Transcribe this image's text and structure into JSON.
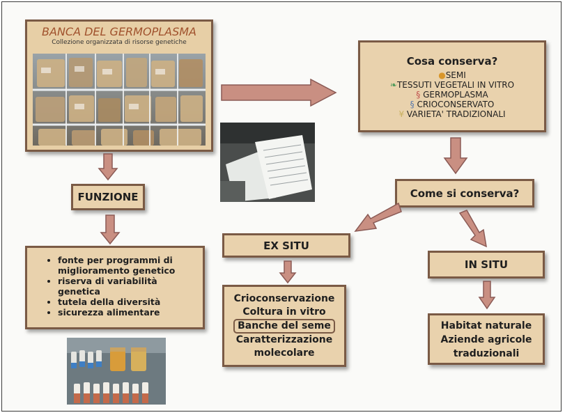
{
  "bank": {
    "title": "BANCA DEL GERMOPLASMA",
    "subtitle": "Collezione organizzata di risorse genetiche"
  },
  "conserva": {
    "title": "Cosa conserva?",
    "items": [
      {
        "label": "SEMI",
        "icon": "seed-icon"
      },
      {
        "label": "TESSUTI VEGETALI IN VITRO",
        "icon": "leaf-icon"
      },
      {
        "label": "GERMOPLASMA",
        "icon": "dna-icon"
      },
      {
        "label": "CRIOCONSERVATO",
        "icon": ""
      },
      {
        "label": "VARIETA' TRADIZIONALI",
        "icon": "wheat-icon"
      }
    ]
  },
  "funzione": {
    "title": "FUNZIONE",
    "items": [
      "fonte per programmi di miglioramento genetico",
      "riserva di variabilità genetica",
      "tutela della diversità",
      "sicurezza alimentare"
    ]
  },
  "come": {
    "title": "Come si conserva?"
  },
  "ex_situ": {
    "title": "EX SITU",
    "items": [
      "Crioconservazione",
      "Coltura in vitro",
      "Banche del seme",
      "Caratterizzazione",
      "molecolare"
    ]
  },
  "in_situ": {
    "title": "IN SITU",
    "items": [
      "Habitat naturale",
      "Aziende agricole",
      "traduzionali"
    ]
  },
  "colors": {
    "box_fill": "#e9d2ad",
    "box_border": "#7a5a45",
    "arrow_fill": "#c98f82",
    "title_accent": "#a0522d"
  }
}
